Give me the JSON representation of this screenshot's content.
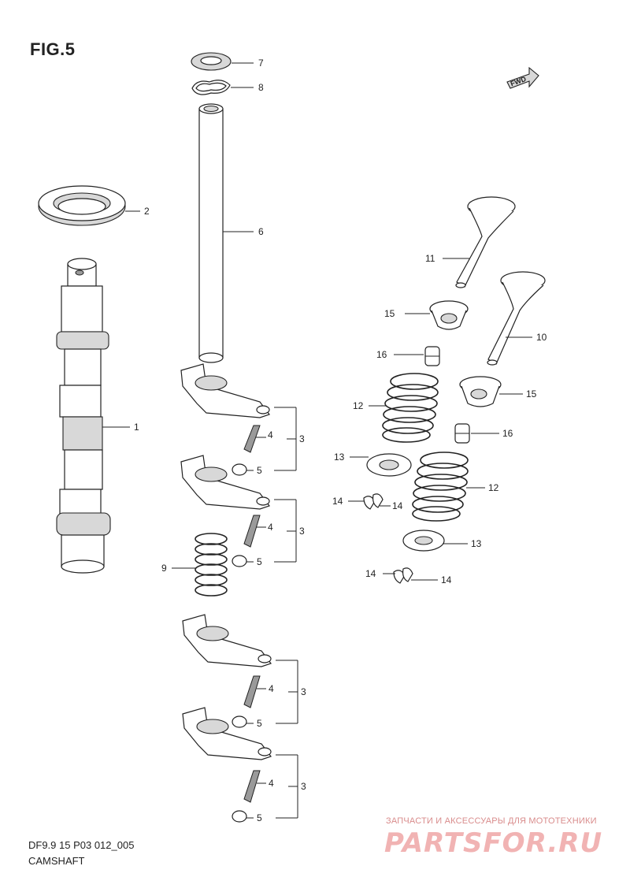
{
  "figure": {
    "title": "FIG.5",
    "model_code": "DF9.9 15 P03 012_005",
    "section_name": "CAMSHAFT",
    "fwd_label": "FWD"
  },
  "callouts": {
    "n1": "1",
    "n2": "2",
    "n3": "3",
    "n4": "4",
    "n5": "5",
    "n6": "6",
    "n7": "7",
    "n8": "8",
    "n9": "9",
    "n10": "10",
    "n11": "11",
    "n12": "12",
    "n13": "13",
    "n14": "14",
    "n15": "15",
    "n16": "16"
  },
  "watermark": {
    "tagline": "ЗАПЧАСТИ И АКСЕССУАРЫ ДЛЯ МОТОТЕХНИКИ",
    "logo": "PARTSFOR.RU"
  }
}
